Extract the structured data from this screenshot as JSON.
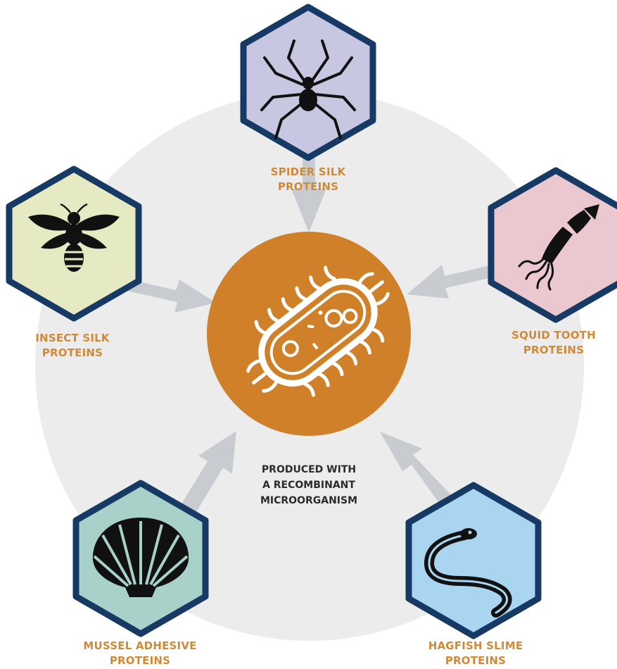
{
  "colors": {
    "background_circle": "#ececed",
    "center_circle": "#d08028",
    "hex_border": "#163a64",
    "arrow": "#c8ccd0",
    "label": "#d08a36",
    "center_label": "#2b2b2b",
    "hex_fills": {
      "spider": "#c7c7e2",
      "insect": "#e6eac2",
      "squid": "#ebc7cf",
      "mussel": "#a8d1ca",
      "hagfish": "#a9d5f1"
    }
  },
  "center": {
    "icon": "bacterium-icon",
    "label_lines": [
      "PRODUCED WITH",
      "A RECOMBINANT",
      "MICROORGANISM"
    ]
  },
  "nodes": {
    "spider": {
      "icon": "spider-icon",
      "label_lines": [
        "SPIDER SILK",
        "PROTEINS"
      ]
    },
    "insect": {
      "icon": "bee-icon",
      "label_lines": [
        "INSECT SILK",
        "PROTEINS"
      ]
    },
    "squid": {
      "icon": "squid-icon",
      "label_lines": [
        "SQUID TOOTH",
        "PROTEINS"
      ]
    },
    "mussel": {
      "icon": "shell-icon",
      "label_lines": [
        "MUSSEL ADHESIVE",
        "PROTEINS"
      ]
    },
    "hagfish": {
      "icon": "hagfish-icon",
      "label_lines": [
        "HAGFISH SLIME",
        "PROTEINS"
      ]
    }
  }
}
